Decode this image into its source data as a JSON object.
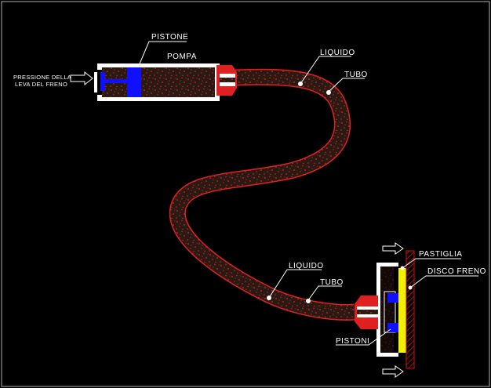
{
  "labels": {
    "pistone": "PISTONE",
    "pompa": "POMPA",
    "pressione_line1": "PRESSIONE DELLA",
    "pressione_line2": "LEVA DEL FRENO",
    "liquido_top": "LIQUIDO",
    "tubo_top": "TUBO",
    "liquido_bottom": "LIQUIDO",
    "tubo_bottom": "TUBO",
    "pastiglia": "PASTIGLIA",
    "disco_freno": "DISCO FRENO",
    "pistoni": "PISTONI"
  },
  "colors": {
    "background": "#000000",
    "frame": "#b0b0b0",
    "outline": "#ffffff",
    "fluid": "#2a1a14",
    "fluid_dots": "#e02020",
    "tube_edge": "#e02020",
    "piston": "#1010ff",
    "pad": "#f0f000",
    "disc": "#d01010"
  },
  "icons": [
    "arrow-right-icon",
    "leader-dot-icon"
  ]
}
